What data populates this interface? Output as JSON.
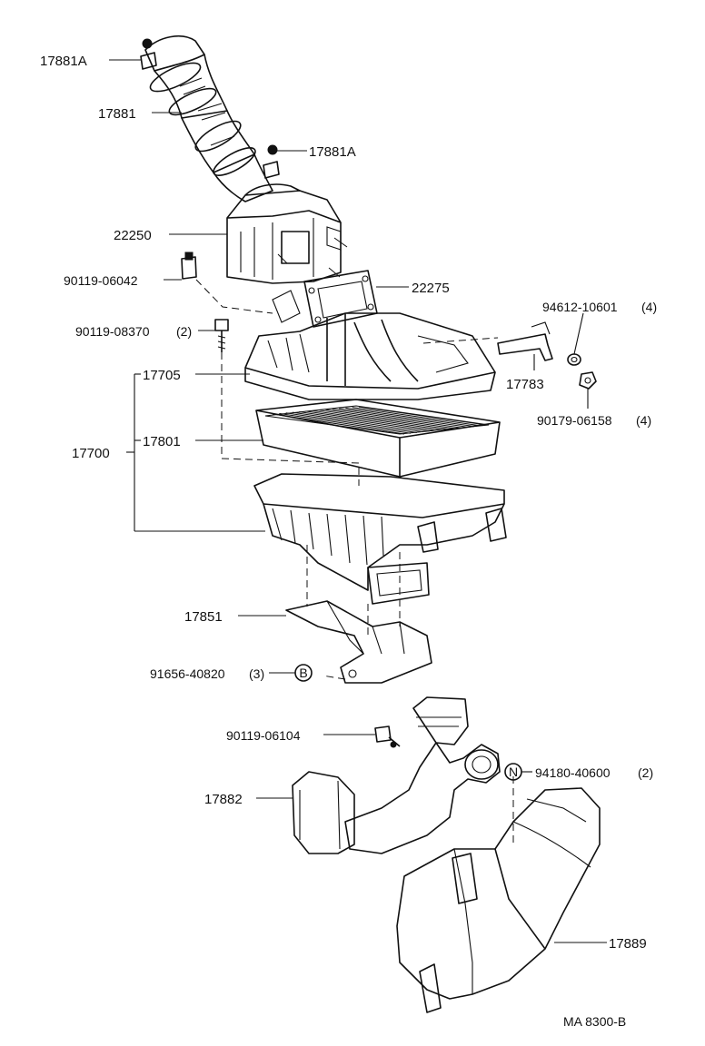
{
  "parts": {
    "p17881A_top": "17881A",
    "p17881": "17881",
    "p17881A_mid": "17881A",
    "p22250": "22250",
    "p90119_06042": "90119-06042",
    "p22275": "22275",
    "p94612_10601": "94612-10601",
    "p94612_qty": "(4)",
    "p90119_08370": "90119-08370",
    "p90119_08370_qty": "(2)",
    "p17705": "17705",
    "p17783": "17783",
    "p90179_06158": "90179-06158",
    "p90179_qty": "(4)",
    "p17700": "17700",
    "p17801": "17801",
    "p17851": "17851",
    "p91656_40820": "91656-40820",
    "p91656_qty": "(3)",
    "marker_b": "B",
    "p90119_06104": "90119-06104",
    "p94180_40600": "94180-40600",
    "p94180_qty": "(2)",
    "marker_n": "N",
    "p17882": "17882",
    "p17889": "17889"
  },
  "footer": {
    "code": "MA 8300-B"
  }
}
